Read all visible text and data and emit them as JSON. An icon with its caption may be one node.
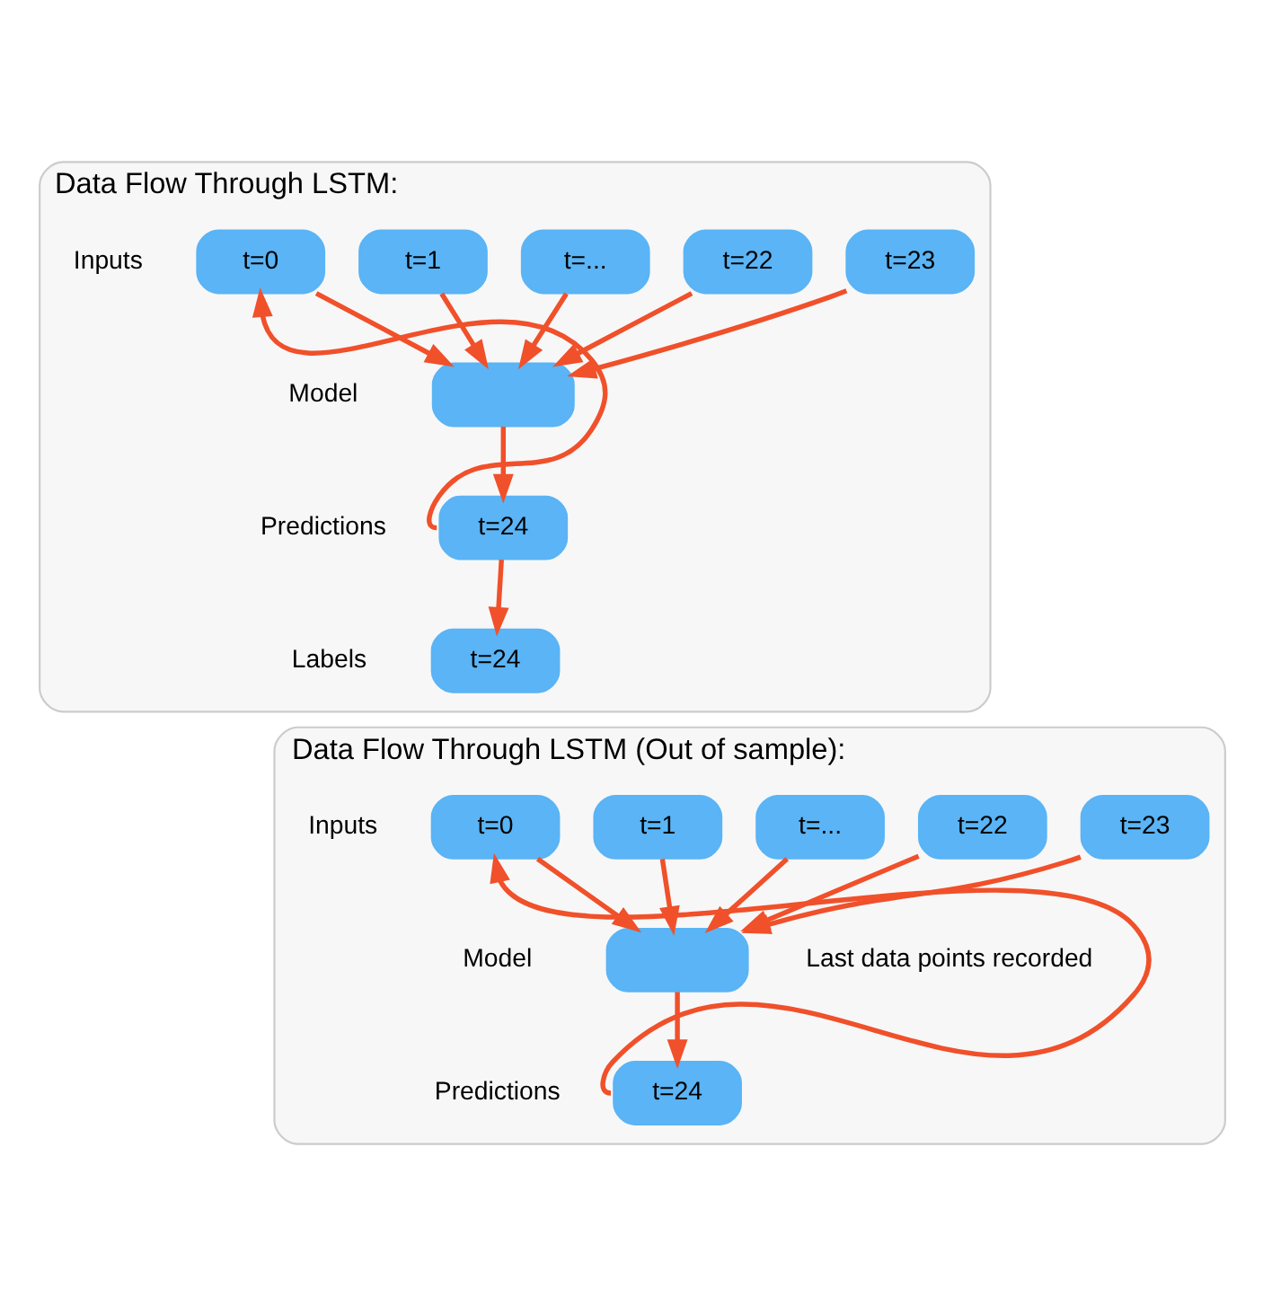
{
  "diagram": {
    "nodes": [
      {
        "text": [
          "Data Flow Through LSTM:"
        ]
      },
      {
        "text": [
          "t=0"
        ],
        "in": 0
      },
      {
        "text": [
          "t=1"
        ],
        "in": 0
      },
      {
        "text": [
          "t=..."
        ],
        "in": 0
      },
      {
        "text": [
          "t=22"
        ],
        "in": 0
      },
      {
        "text": [
          "t=23"
        ],
        "in": 0
      },
      {
        "text": [],
        "shape": "box",
        "in": 0
      },
      {
        "text": [
          "t=24"
        ],
        "in": 0
      },
      {
        "text": [
          "t=24"
        ],
        "in": 0
      },
      {
        "text": [
          "Data Flow Through LSTM (Out of sample):"
        ]
      },
      {
        "text": [
          "t=0"
        ],
        "in": 9
      },
      {
        "text": [
          "t=1"
        ],
        "in": 9
      },
      {
        "text": [
          "t=..."
        ],
        "in": 9
      },
      {
        "text": [
          "t=22"
        ],
        "in": 9
      },
      {
        "text": [
          "t=23"
        ],
        "in": 9
      },
      {
        "text": [],
        "shape": "box",
        "in": 9
      },
      {
        "text": [
          "t=24"
        ],
        "in": 9
      }
    ],
    "edges": [
      {
        "from": 1,
        "to": 6,
        "arrow": "to"
      },
      {
        "from": 2,
        "to": 6,
        "arrow": "to"
      },
      {
        "from": 3,
        "to": 6,
        "arrow": "to"
      },
      {
        "from": 4,
        "to": 6,
        "arrow": "to"
      },
      {
        "from": 5,
        "to": 6,
        "arrow": "to"
      },
      {
        "from": 6,
        "to": 7,
        "arrow": "to"
      },
      {
        "from": 7,
        "to": 8,
        "arrow": "to"
      },
      {
        "from": 7,
        "to": 1,
        "arrow": "to"
      },
      {
        "from": 10,
        "to": 15,
        "arrow": "to"
      },
      {
        "from": 11,
        "to": 15,
        "arrow": "to"
      },
      {
        "from": 12,
        "to": 15,
        "arrow": "to"
      },
      {
        "from": 13,
        "to": 15,
        "arrow": "to"
      },
      {
        "from": 14,
        "to": 15,
        "arrow": "to"
      },
      {
        "from": 15,
        "to": 16,
        "arrow": "to"
      },
      {
        "from": 16,
        "to": 10,
        "arrow": "to"
      }
    ],
    "labels": [
      "Inputs",
      "Model",
      "Predictions",
      "Labels",
      "Inputs",
      "Last data points recorded",
      "Model",
      "Predictions"
    ]
  }
}
